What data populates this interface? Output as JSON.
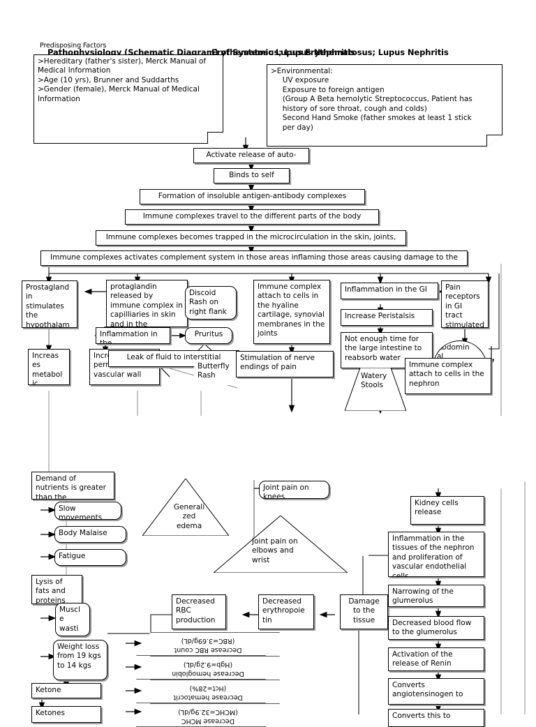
{
  "title": "Pathophysiology (Schematic Diagram) of Systemic Lupus Erythematosus; Lupus Nephritis",
  "title_overlap": "Pathophysiology (Schematic Diagram) of Systemic Lupus Erythematosus; Lupus Nephritis",
  "predisposing_label": "Predisposing Factors",
  "notes": {
    "hereditary": ">Hereditary (father's sister), Merck Manual of Medical Information\n>Age (10 yrs), Brunner and Suddarths\n>Gender (female), Merck Manual of Medical Information",
    "environmental": ">Environmental:\n     UV exposure\n     Exposure to foreign antigen\n     (Group A Beta hemolytic Streptococcus, Patient has\n     history of sore throat, cough and colds)\n     Second Hand Smoke (father smokes at least 1 stick\n     per day)"
  },
  "chain": {
    "activate": "Activate release of auto-",
    "binds": "Binds to self",
    "formation": "Formation of insoluble antigen-antibody complexes",
    "travel": "Immune complexes travel to the different parts of the body",
    "trapped": "Immune complexes becomes trapped in the microcirculation in the skin, joints,",
    "complement": "Immune complexes activates complement system in those areas inflaming those areas causing damage to the"
  },
  "branch": {
    "prostaglandin_hypothalamus": "Prostagland\nin\nstimulates\nthe\nhypothalam\nus to\nincrease",
    "increases_metabolic": "Increas\nes\nmetabol\nic",
    "prostaglandin_released": "protaglandin released by immune complex in capilliaries in skin and in the",
    "inflammation_in": "Inflammation in\nthe",
    "increased_permeability": "Increased permeability of vascular wall",
    "leak_of_fluid": "Leak of fluid to interstitial",
    "discoid_rash": "Discoid Rash on right flank",
    "pruritus": "Pruritus",
    "butterfly_rash": "Butterfly Rash",
    "immune_hyaline": "Immune complex attach to cells in the hyaline cartilage, synovial membranes in the joints",
    "stimulation_nerve": "Stimulation of nerve endings of pain",
    "inflammation_gi": "Inflammation in the GI",
    "increase_peristalsis": "Increase Peristalsis",
    "not_enough_time": "Not enough time for the large intestine to reabsorb water",
    "watery_stools": "Watery Stools",
    "pain_receptors": "Pain\nreceptors\nin GI\ntract\nstimulated",
    "abdominal_tenderness": "Abdomin\nal\ntenderne\nss",
    "immune_nephron": "Immune complex attach to cells in the nephron"
  },
  "lower": {
    "demand_nutrients": "Demand of nutrients is greater than the",
    "slow_movements": "Slow movements",
    "body_malaise": "Body Malaise",
    "fatigue": "Fatigue",
    "lysis_fats": "Lysis of fats and proteins",
    "muscle_wasting": "Muscl\ne\nwasti\nng",
    "weight_loss": "Weight loss from 19 kgs to 14 kgs",
    "ketone": "Ketone",
    "ketones2": "Ketones",
    "generalized_edema": "Generali\nzed\nedema",
    "joint_pain_knees": "Joint pain on knees",
    "joint_pain_elbows": "Joint pain on elbows and wrist",
    "decreased_rbc_production": "Decreased RBC production",
    "decreased_erythropoietin": "Decreased erythropoie tin",
    "damage_tissue": "Damage to the tissue",
    "kidney_release": "Kidney cells release",
    "inflammation_nephron": "Inflammation in the tissues of the nephron and proliferation of vascular endothelial cells",
    "narrowing_glomerulus": "Narrowing of the glumerolus",
    "decreased_blood_flow": "Decreased blood flow to the glumerolus",
    "activation_renin": "Activation of the release of Renin",
    "converts_angiotensinogen": "Converts angiotensinogen to",
    "converts_2": "Converts this to"
  },
  "labs": [
    {
      "name": "Decrease RBC count",
      "value": "(RBC=3.69g/dL)"
    },
    {
      "name": "Decrease hemoglobin",
      "value": "(Hgb=9.2g/dL)"
    },
    {
      "name": "Decrease hematocrit",
      "value": "(Hct=28%)"
    },
    {
      "name": "Decrease MCHC",
      "value": "(MCHC=32.9g/dL)"
    }
  ],
  "colors": {
    "line": "#000000",
    "shadow": "#9a9a9a",
    "border_gray": "#555555",
    "background": "#ffffff"
  }
}
